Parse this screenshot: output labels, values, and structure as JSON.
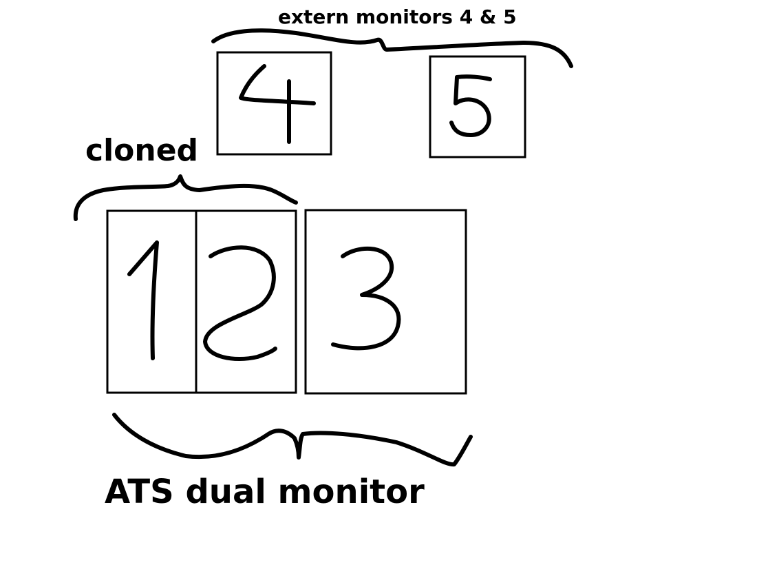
{
  "labels": {
    "extern": "extern monitors 4 & 5",
    "cloned": "cloned",
    "dual": "ATS dual monitor"
  },
  "monitors": [
    {
      "id": "monitor-1",
      "number": "1",
      "group": "ATS dual monitor (cloned)"
    },
    {
      "id": "monitor-2",
      "number": "2",
      "group": "ATS dual monitor (cloned)"
    },
    {
      "id": "monitor-3",
      "number": "3",
      "group": "ATS dual monitor"
    },
    {
      "id": "monitor-4",
      "number": "4",
      "group": "extern monitors 4 & 5"
    },
    {
      "id": "monitor-5",
      "number": "5",
      "group": "extern monitors 4 & 5"
    }
  ],
  "colors": {
    "ink": "#000000",
    "background": "#ffffff"
  }
}
